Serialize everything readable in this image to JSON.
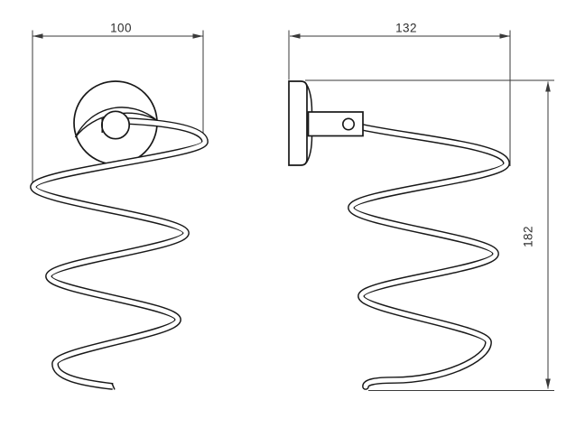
{
  "drawing": {
    "front_view": {
      "width_label": "100"
    },
    "side_view": {
      "width_label": "132",
      "height_label": "182"
    }
  },
  "colors": {
    "background": "#ffffff",
    "object_line": "#181818",
    "dimension_line": "#3a3a3a",
    "text": "#2d2d2d",
    "fill": "#ffffff"
  }
}
